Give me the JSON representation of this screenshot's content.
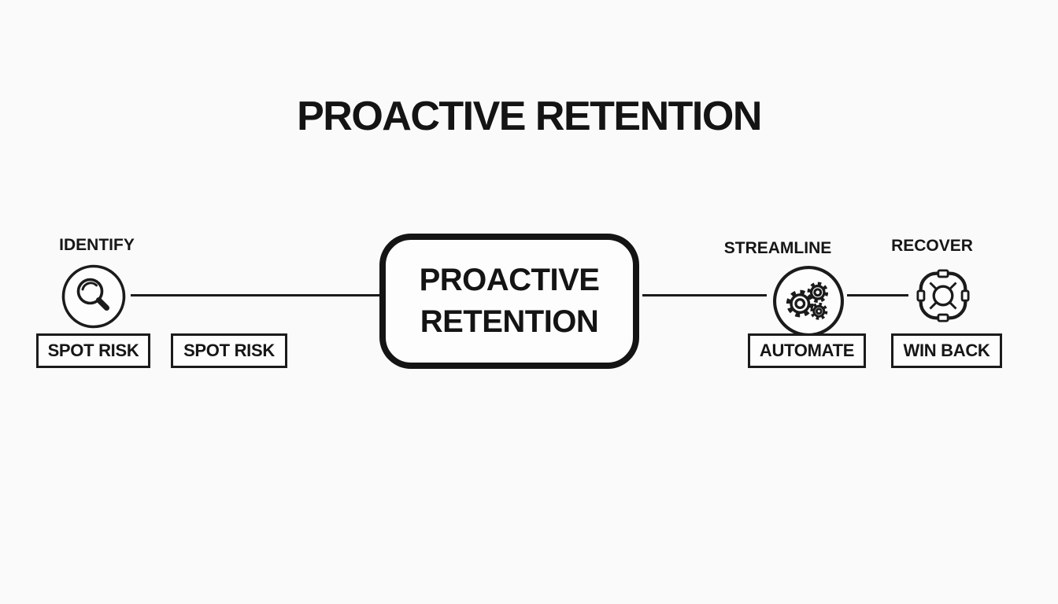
{
  "title": "PROACTIVE RETENTION",
  "center_node": {
    "line1": "PROACTIVE",
    "line2": "RETENTION"
  },
  "steps": {
    "identify": {
      "label": "IDENTIFY",
      "icon": "magnifier-icon",
      "tag": "SPOT RISK"
    },
    "duplicate": {
      "tag": "SPOT RISK"
    },
    "streamline": {
      "label": "STREAMLINE",
      "icon": "gears-icon",
      "tag": "AUTOMATE"
    },
    "recover": {
      "label": "RECOVER",
      "icon": "lifebuoy-icon",
      "tag": "WIN BACK"
    }
  },
  "colors": {
    "ink": "#1b1b1b",
    "background": "#fbfafa"
  }
}
